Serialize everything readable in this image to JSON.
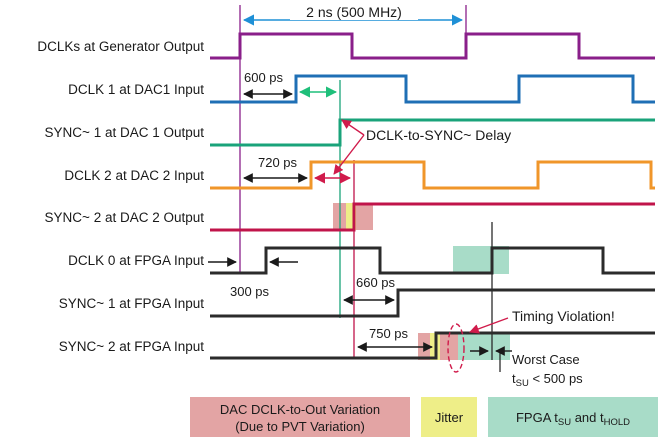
{
  "period_label": "2 ns (500 MHz)",
  "signals": [
    {
      "label": "DCLKs at Generator Output"
    },
    {
      "label": "DCLK 1 at DAC1 Input"
    },
    {
      "label": "SYNC~ 1 at DAC 1 Output"
    },
    {
      "label": "DCLK 2 at DAC 2 Input"
    },
    {
      "label": "SYNC~ 2 at DAC 2 Output"
    },
    {
      "label": "DCLK 0 at FPGA Input"
    },
    {
      "label": "SYNC~ 1 at FPGA Input"
    },
    {
      "label": "SYNC~ 2 at FPGA Input"
    }
  ],
  "delays": {
    "dclk1": "600 ps",
    "dclk2": "720 ps",
    "dclk0": "300 ps",
    "sync1_fpga": "660 ps",
    "sync2_fpga": "750 ps"
  },
  "annotations": {
    "dclk_to_sync": "DCLK-to-SYNC~ Delay",
    "timing_violation": "Timing Violation!",
    "worst_case": "Worst Case",
    "tsu_t": "t",
    "tsu_sub": "SU",
    "tsu_rest": " < 500 ps"
  },
  "legend": {
    "dac_line1": "DAC DCLK-to-Out Variation",
    "dac_line2": "(Due to PVT Variation)",
    "jitter": "Jitter",
    "fpga_prefix": "FPGA t",
    "fpga_su": "SU",
    "fpga_and": " and t",
    "fpga_hold": "HOLD"
  },
  "colors": {
    "generator": "#8a1f8a",
    "dclk1": "#1f6fb5",
    "sync1": "#1aa37a",
    "dclk2": "#f0962a",
    "sync2": "#c0144a",
    "fpga": "#2b2b2b",
    "dac_variation": "#e3a4a4",
    "jitter": "#eeee88",
    "fpga_window": "#a8dcc8",
    "arrow_cyan": "#1e90d6",
    "arrow_green": "#1fbf7a",
    "arrow_red": "#d01b4b"
  }
}
